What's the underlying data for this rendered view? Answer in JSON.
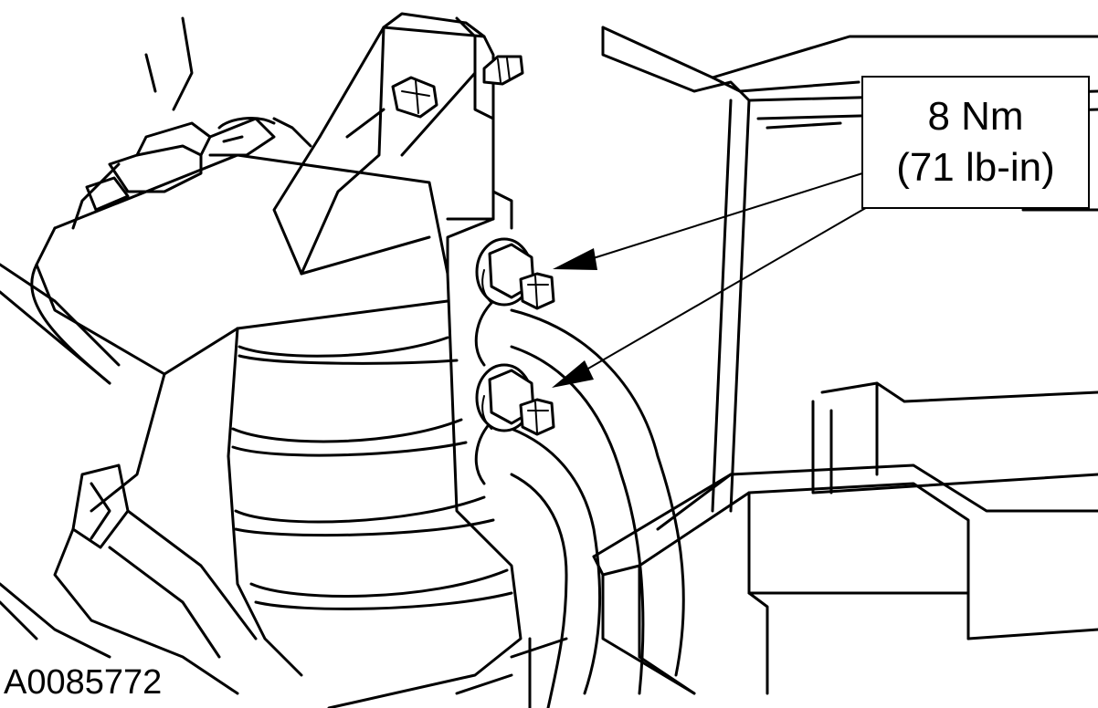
{
  "callout": {
    "torque_nm": "8 Nm",
    "torque_lbin": "(71 lb-in)"
  },
  "figure_id": "A0085772"
}
